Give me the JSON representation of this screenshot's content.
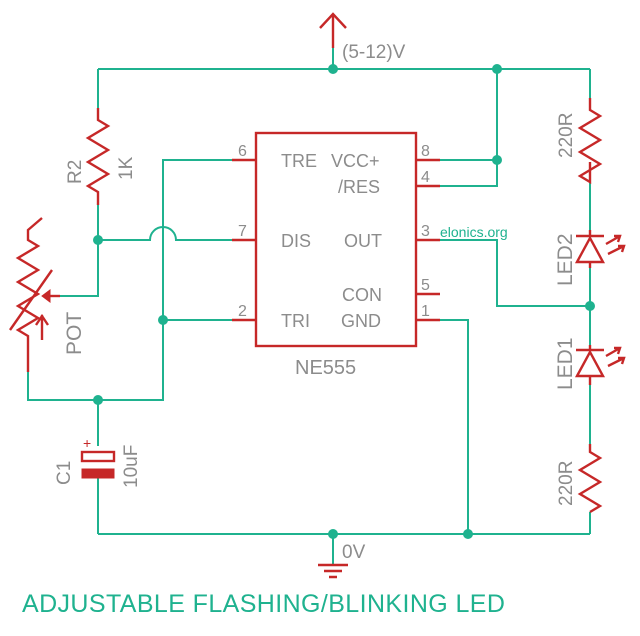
{
  "title": "ADJUSTABLE FLASHING/BLINKING LED",
  "watermark": "elonics.org",
  "supply_label": "(5-12)V",
  "ground_label": "0V",
  "ic": {
    "name": "NE555",
    "pins": {
      "tre": {
        "number": "6",
        "label": "TRE"
      },
      "dis": {
        "number": "7",
        "label": "DIS"
      },
      "tri": {
        "number": "2",
        "label": "TRI"
      },
      "vcc": {
        "number": "8",
        "label": "VCC+"
      },
      "res": {
        "number": "4",
        "label": "/RES"
      },
      "out": {
        "number": "3",
        "label": "OUT"
      },
      "con": {
        "number": "5",
        "label": "CON"
      },
      "gnd": {
        "number": "1",
        "label": "GND"
      }
    }
  },
  "components": {
    "r2": {
      "name": "R2",
      "value": "1K"
    },
    "pot": {
      "name": "POT"
    },
    "c1": {
      "name": "C1",
      "value": "10uF",
      "polarity": "+"
    },
    "r_top": {
      "value": "220R"
    },
    "led2": {
      "name": "LED2"
    },
    "led1": {
      "name": "LED1"
    },
    "r_bottom": {
      "value": "220R"
    }
  },
  "colors": {
    "wire": "#1fb28f",
    "component": "#c62828",
    "label": "#8c8c8c"
  }
}
